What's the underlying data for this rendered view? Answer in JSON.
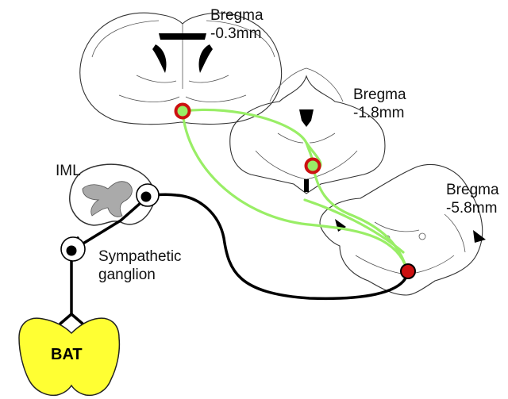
{
  "labels": {
    "bregma_1": {
      "line1": "Bregma",
      "line2": "-0.3mm"
    },
    "bregma_2": {
      "line1": "Bregma",
      "line2": "-1.8mm"
    },
    "bregma_3": {
      "line1": "Bregma",
      "line2": "-5.8mm"
    },
    "iml": "IML",
    "ganglion": {
      "line1": "Sympathetic",
      "line2": "ganglion"
    },
    "bat": "BAT"
  },
  "colors": {
    "green_pathway": "#99ee66",
    "neuron_red": "#cc1111",
    "neuron_black": "#000000",
    "bat_fill": "#ffff33",
    "spinal_gray": "#aaaaaa"
  }
}
